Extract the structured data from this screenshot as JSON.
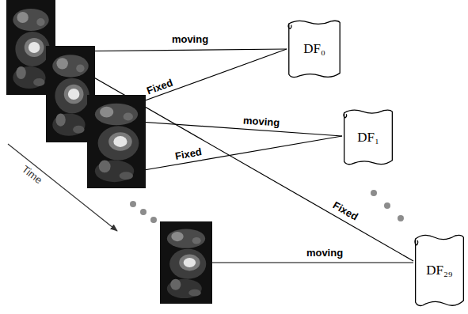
{
  "diagram": {
    "nodes": [
      {
        "text": [
          "DF₀"
        ]
      },
      {
        "text": [
          "DF₁"
        ]
      },
      {
        "text": [
          "DF₂₉"
        ]
      }
    ],
    "labels": [
      "moving",
      "Fixed",
      "moving",
      "Fixed",
      "Fixed",
      "moving",
      "Time"
    ]
  }
}
